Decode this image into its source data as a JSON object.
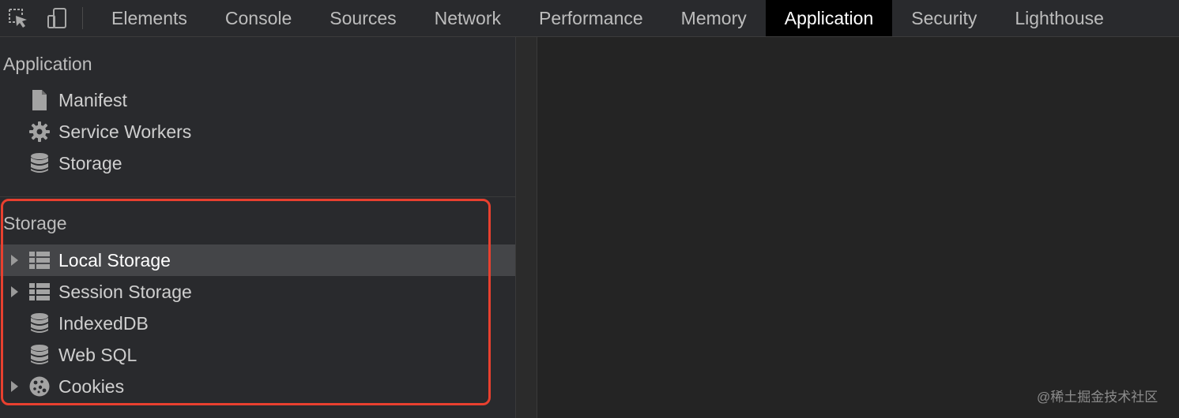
{
  "toolbar": {
    "inspect_icon": "cursor-select-icon",
    "device_icon": "device-toggle-icon"
  },
  "tabs": [
    {
      "label": "Elements"
    },
    {
      "label": "Console"
    },
    {
      "label": "Sources"
    },
    {
      "label": "Network"
    },
    {
      "label": "Performance"
    },
    {
      "label": "Memory"
    },
    {
      "label": "Application",
      "active": true
    },
    {
      "label": "Security"
    },
    {
      "label": "Lighthouse"
    }
  ],
  "sidebar": {
    "application": {
      "header": "Application",
      "items": [
        {
          "label": "Manifest",
          "icon": "document-icon"
        },
        {
          "label": "Service Workers",
          "icon": "gear-icon"
        },
        {
          "label": "Storage",
          "icon": "database-icon"
        }
      ]
    },
    "storage": {
      "header": "Storage",
      "items": [
        {
          "label": "Local Storage",
          "icon": "grid-icon",
          "expandable": true,
          "selected": true
        },
        {
          "label": "Session Storage",
          "icon": "grid-icon",
          "expandable": true
        },
        {
          "label": "IndexedDB",
          "icon": "database-icon"
        },
        {
          "label": "Web SQL",
          "icon": "database-icon"
        },
        {
          "label": "Cookies",
          "icon": "cookie-icon",
          "expandable": true
        }
      ]
    }
  },
  "colors": {
    "highlight": "#e8402f",
    "active_tab_bg": "#000000",
    "selected_row_bg": "#444548"
  },
  "watermark": "@稀土掘金技术社区"
}
